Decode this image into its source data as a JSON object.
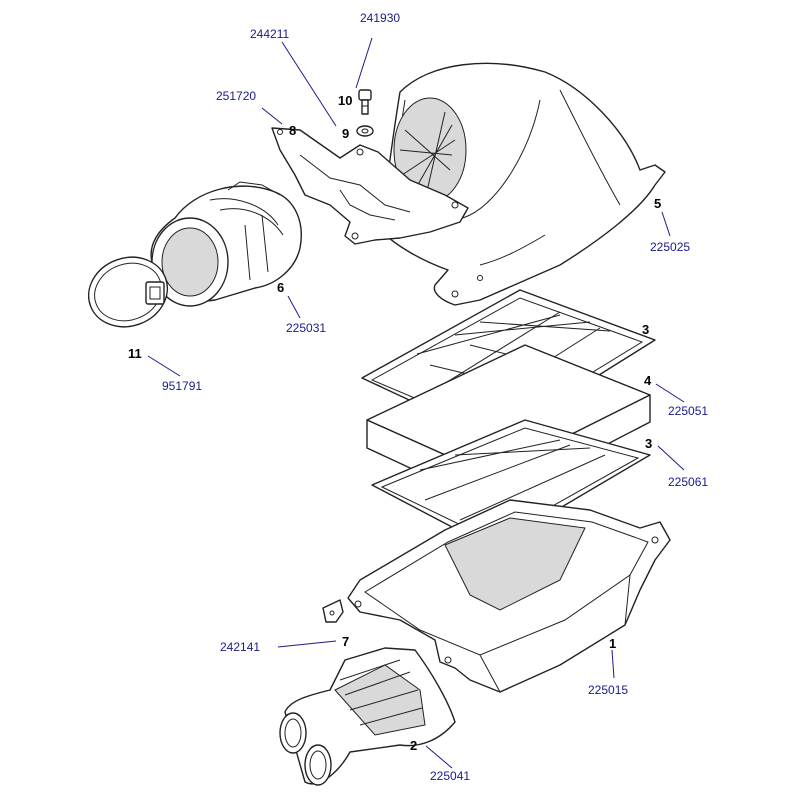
{
  "colors": {
    "line": "#222222",
    "leader": "#1a1a8c",
    "part_number": "#1a1a8c",
    "callout": "#000000"
  },
  "callouts": {
    "c10": {
      "num": "10",
      "code": "241930"
    },
    "c9": {
      "num": "9",
      "code": "244211"
    },
    "c8": {
      "num": "8",
      "code": "251720"
    },
    "c5": {
      "num": "5",
      "code": "225025"
    },
    "c6": {
      "num": "6",
      "code": "225031"
    },
    "c11": {
      "num": "11",
      "code": "951791"
    },
    "c3a": {
      "num": "3",
      "code": ""
    },
    "c4": {
      "num": "4",
      "code": "225051"
    },
    "c3b": {
      "num": "3",
      "code": "225061"
    },
    "c1": {
      "num": "1",
      "code": "225015"
    },
    "c7": {
      "num": "7",
      "code": "242141"
    },
    "c2": {
      "num": "2",
      "code": "225041"
    }
  }
}
